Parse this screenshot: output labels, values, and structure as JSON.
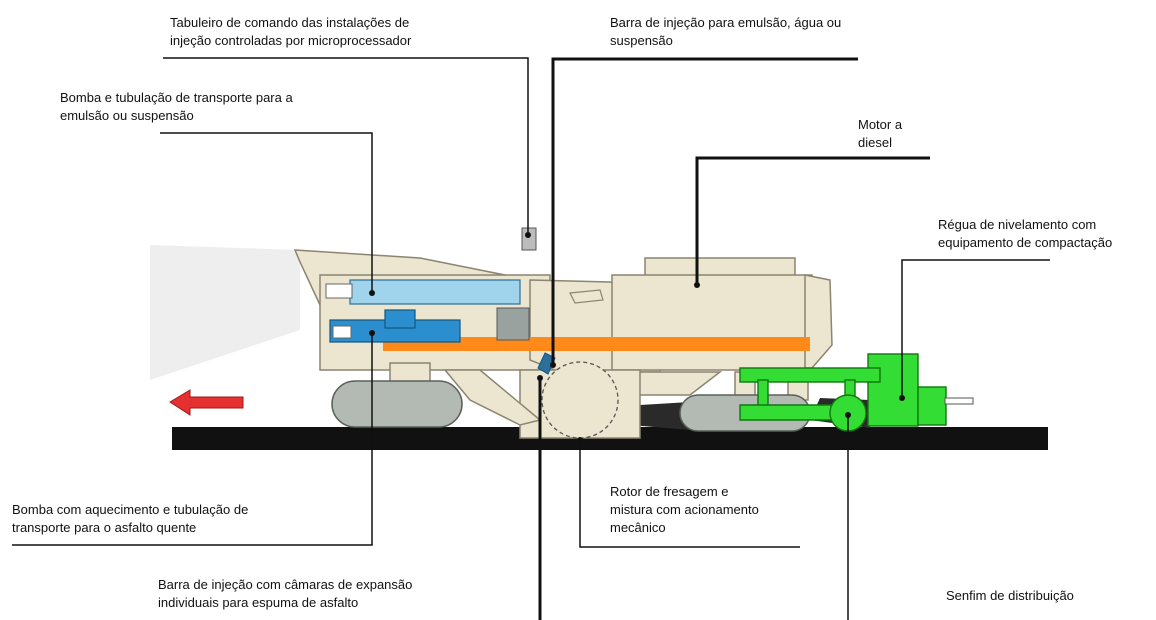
{
  "labels": {
    "control_panel": [
      "Tabuleiro de comando das instalações de",
      "injeção controladas por microprocessador"
    ],
    "injection_bar_emulsion": [
      "Barra de injeção para emulsão, água ou",
      "suspensão"
    ],
    "pump_emulsion": [
      "Bomba e tubulação de transporte para a",
      "emulsão ou suspensão"
    ],
    "diesel_engine": [
      "Motor a",
      "diesel"
    ],
    "leveling_screed": [
      "Régua de nivelamento com",
      "equipamento de compactação"
    ],
    "heated_pump": [
      "Bomba com aquecimento e tubulação de",
      "transporte para o asfalto quente"
    ],
    "milling_rotor": [
      "Rotor de fresagem e",
      "mistura com acionamento",
      "mecânico"
    ],
    "foam_injection_bar": [
      "Barra de injeção com câmaras de expansão",
      "individuais para espuma de asfalto"
    ],
    "distribution_auger": [
      "Senfim de distribuição"
    ]
  },
  "colors": {
    "machine_body": "#ece5cf",
    "machine_outline": "#8a8470",
    "tank_blue": "#9fd4ec",
    "pump_blue": "#2b8fcf",
    "orange_stripe": "#ff8a1a",
    "track_gray": "#b3b9b3",
    "screed_green": "#33dd33",
    "road": "#111111",
    "direction_arrow": "#e53030"
  },
  "icons": {
    "direction": "red-arrow-left-icon"
  }
}
